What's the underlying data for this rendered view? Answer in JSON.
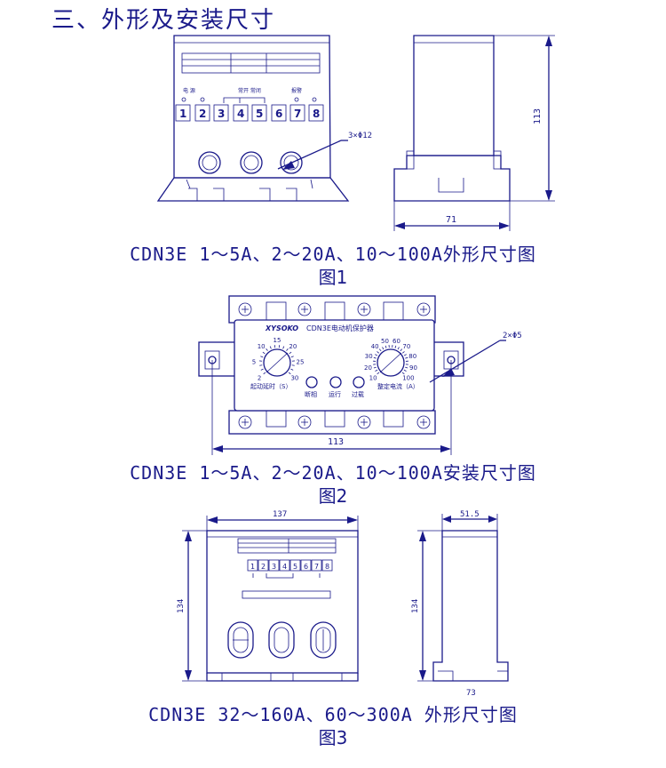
{
  "heading": "三、外形及安装尺寸",
  "fig1": {
    "caption": "CDN3E 1～5A、2～20A、10～100A外形尺寸图",
    "label": "图1",
    "terminals": [
      "1",
      "2",
      "3",
      "4",
      "5",
      "6",
      "7",
      "8"
    ],
    "hole_callout": "3×Φ12",
    "dim_height": "113",
    "dim_width": "71"
  },
  "fig2": {
    "caption": "CDN3E 1～5A、2～20A、10～100A安装尺寸图",
    "label": "图2",
    "brand": "XYSOKO",
    "panel_title": "CDN3E电动机保护器",
    "left_dial_ticks": [
      "2",
      "5",
      "10",
      "15",
      "20",
      "25",
      "30"
    ],
    "right_dial_ticks": [
      "10",
      "20",
      "30",
      "40",
      "50",
      "60",
      "70",
      "80",
      "90",
      "100"
    ],
    "left_dial_label": "起动延时（S）",
    "right_dial_label": "整定电流（A）",
    "indicator_labels": [
      "断相",
      "运行",
      "过载"
    ],
    "hole_callout": "2×Φ5",
    "dim_width": "113"
  },
  "fig3": {
    "caption": "CDN3E 32～160A、60～300A 外形尺寸图",
    "label": "图3",
    "terminals": [
      "1",
      "2",
      "3",
      "4",
      "5",
      "6",
      "7",
      "8"
    ],
    "dim_width": "137",
    "dim_height_front": "134",
    "dim_depth": "51.5",
    "dim_height_side": "134",
    "dim_base": "73"
  },
  "colors": {
    "ink": "#1a1a8a",
    "background": "#ffffff"
  }
}
